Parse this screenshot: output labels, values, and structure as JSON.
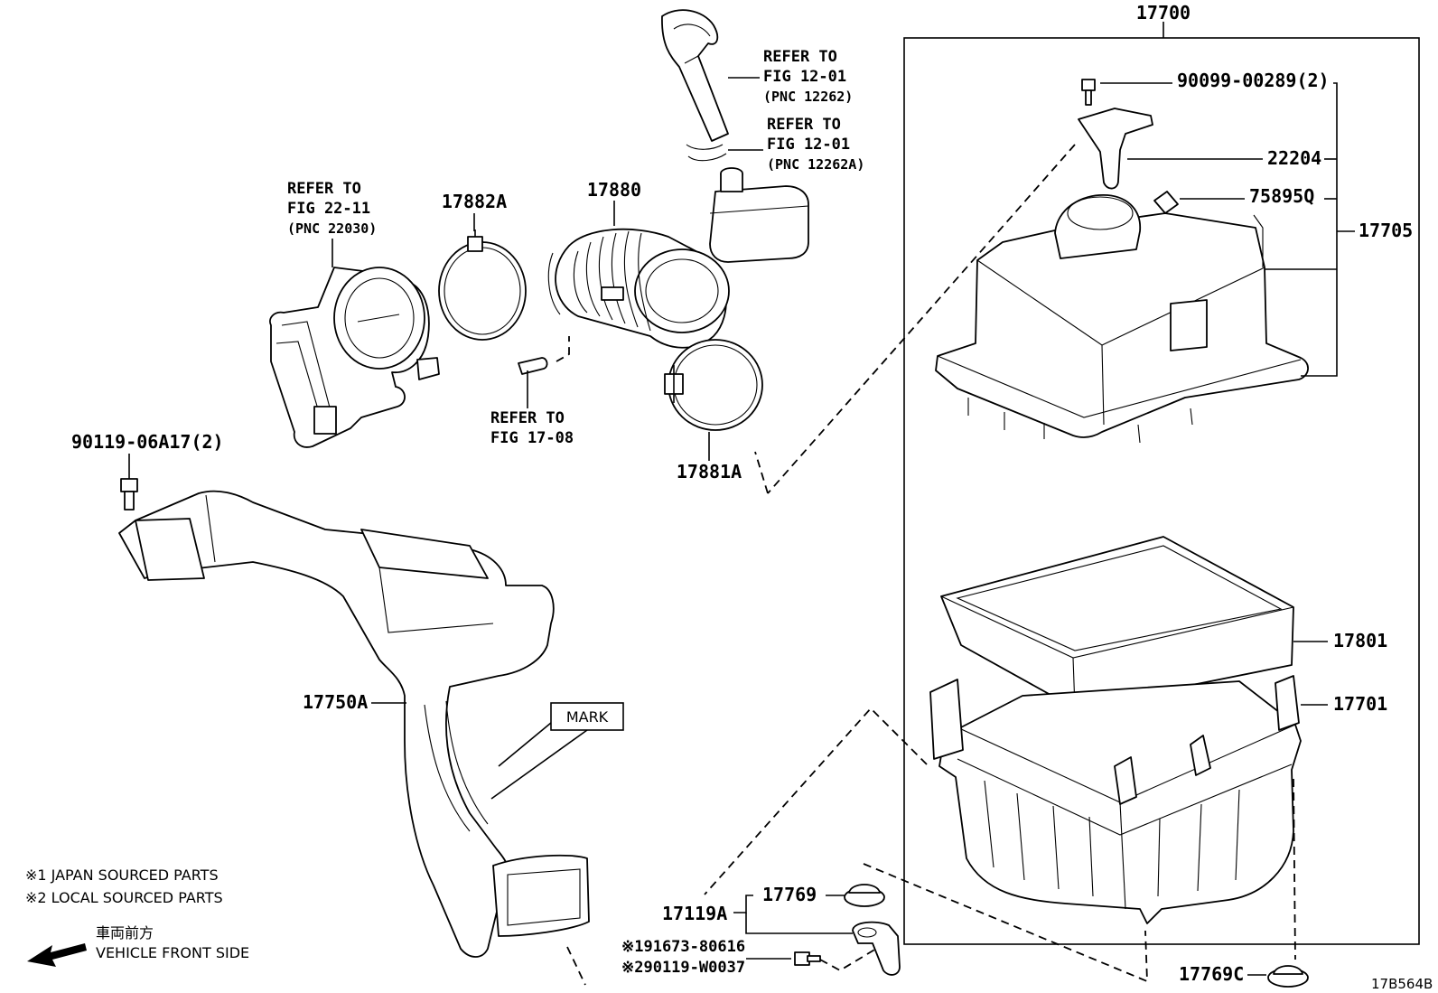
{
  "diagram": {
    "code": "17B564B",
    "assembly_number": "17700",
    "parts": {
      "p17882A": "17882A",
      "p17880": "17880",
      "p17881A": "17881A",
      "p90119": "90119-06A17(2)",
      "p17750A": "17750A",
      "p90099": "90099-00289(2)",
      "p22204": "22204",
      "p75895Q": "75895Q",
      "p17705": "17705",
      "p17801": "17801",
      "p17701": "17701",
      "p17769": "17769",
      "p17119A": "17119A",
      "p191673": "※191673-80616",
      "p290119": "※290119-W0037",
      "p17769C": "17769C"
    },
    "refs": {
      "fig22": {
        "l1": "REFER TO",
        "l2": "FIG 22-11",
        "l3": "(PNC 22030)"
      },
      "fig12a": {
        "l1": "REFER TO",
        "l2": "FIG 12-01",
        "l3": "(PNC 12262)"
      },
      "fig12b": {
        "l1": "REFER TO",
        "l2": "FIG 12-01",
        "l3": "(PNC 12262A)"
      },
      "fig17": {
        "l1": "REFER TO",
        "l2": "FIG 17-08"
      }
    },
    "mark_label": "MARK",
    "notes": {
      "n1": "※1 JAPAN SOURCED PARTS",
      "n2": "※2 LOCAL SOURCED PARTS",
      "front_jp": "車両前方",
      "front_en": "VEHICLE FRONT SIDE"
    }
  }
}
